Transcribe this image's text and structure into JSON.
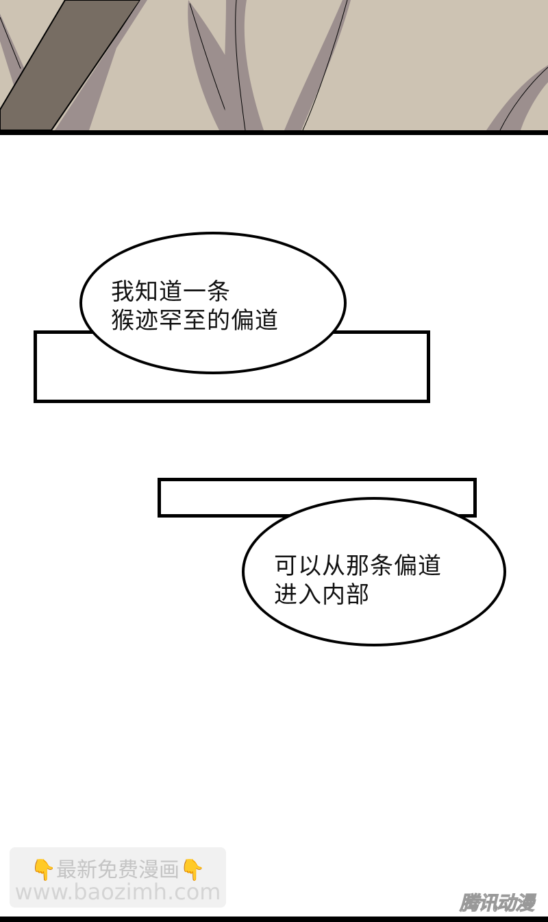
{
  "top_panel": {
    "background_color": "#cdc3b3",
    "trunk_color": "#776d63",
    "leaf_color": "#9c8f8e"
  },
  "bubbles": [
    {
      "text": "我知道一条\n猴迹罕至的偏道"
    },
    {
      "text": "可以从那条偏道\n进入内部"
    }
  ],
  "watermark": {
    "hand_icon": "👇",
    "line1": "最新免费漫画",
    "line2": "www.baozimh.com"
  },
  "logo": {
    "text": "腾讯动漫"
  }
}
